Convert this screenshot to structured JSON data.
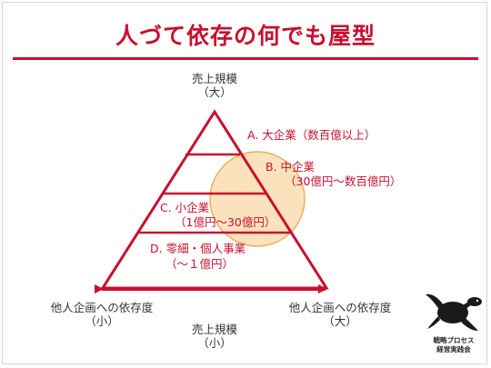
{
  "title": "人づて依存の何でも屋型",
  "axes": {
    "top": {
      "line1": "売上規模",
      "line2": "（大）"
    },
    "bottom": {
      "line1": "売上規模",
      "line2": "（小）"
    },
    "left": {
      "line1": "他人企画への依存度",
      "line2": "（小）"
    },
    "right": {
      "line1": "他人企画への依存度",
      "line2": "（大）"
    }
  },
  "tiers": [
    {
      "label": "A. 大企業（数百億以上）",
      "sub": ""
    },
    {
      "label": "B. 中企業",
      "sub": "（30億円～数百億円）"
    },
    {
      "label": "C. 小企業",
      "sub": "（1億円～30億円）"
    },
    {
      "label": "D. 零細・個人事業",
      "sub": "（～１億円）"
    }
  ],
  "logo": {
    "line1": "戦略プロセス",
    "line2": "経営実践会",
    "icon": "turtle-icon"
  },
  "colors": {
    "accent": "#c8102e",
    "highlight_fill": "#f8ddb0",
    "highlight_stroke": "#e8b060"
  }
}
